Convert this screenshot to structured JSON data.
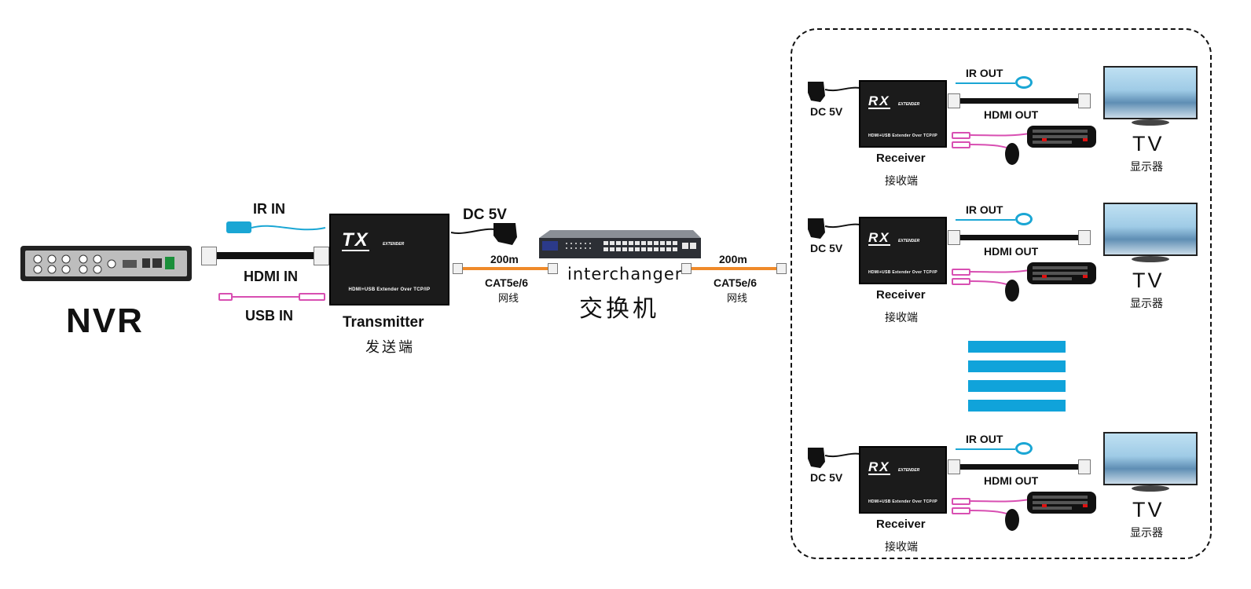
{
  "nvr": {
    "label": "NVR"
  },
  "transmitter_side": {
    "ir_in": "IR IN",
    "hdmi_in": "HDMI IN",
    "usb_in": "USB IN"
  },
  "transmitter": {
    "badge": "TX",
    "badge_small": "EXTENDER",
    "subtitle": "HDMI+USB Extender Over TCP/IP",
    "label": "Transmitter",
    "label_cn": "发送端"
  },
  "power": {
    "label": "DC 5V"
  },
  "link_left": {
    "distance": "200m",
    "cable": "CAT5e/6",
    "cable_cn": "网线"
  },
  "switch": {
    "label": "interchanger",
    "label_cn": "交换机"
  },
  "link_right": {
    "distance": "200m",
    "cable": "CAT5e/6",
    "cable_cn": "网线"
  },
  "receivers": [
    {
      "power": "DC 5V",
      "badge": "RX",
      "badge_small": "EXTENDER",
      "subtitle": "HDMI+USB Extender Over TCP/IP",
      "label": "Receiver",
      "label_cn": "接收端",
      "ir_out": "IR OUT",
      "hdmi_out": "HDMI OUT",
      "display": "TV",
      "display_cn": "显示器"
    },
    {
      "power": "DC 5V",
      "badge": "RX",
      "badge_small": "EXTENDER",
      "subtitle": "HDMI+USB Extender Over TCP/IP",
      "label": "Receiver",
      "label_cn": "接收端",
      "ir_out": "IR OUT",
      "hdmi_out": "HDMI OUT",
      "display": "TV",
      "display_cn": "显示器"
    },
    {
      "power": "DC 5V",
      "badge": "RX",
      "badge_small": "EXTENDER",
      "subtitle": "HDMI+USB Extender Over TCP/IP",
      "label": "Receiver",
      "label_cn": "接收端",
      "ir_out": "IR OUT",
      "hdmi_out": "HDMI OUT",
      "display": "TV",
      "display_cn": "显示器"
    }
  ],
  "colors": {
    "cat_cable": "#ef8a2a",
    "ir_cable": "#1aa6d4",
    "usb_cable": "#d84fb2",
    "ellipsis_stripes": "#10a3da"
  }
}
